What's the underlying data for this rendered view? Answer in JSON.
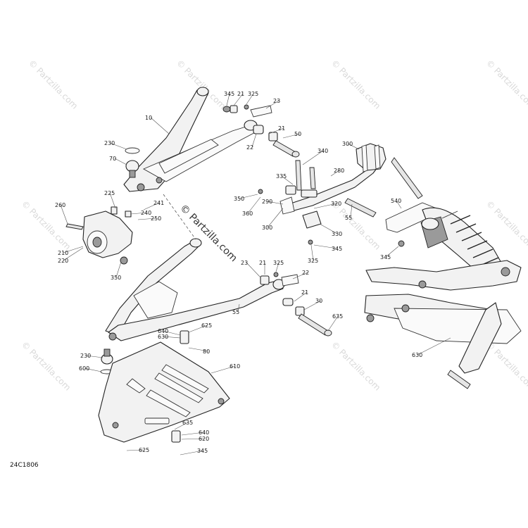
{
  "diagram_code": "24C1806",
  "watermark": "© Partzilla.com",
  "callouts": [
    "345",
    "21",
    "325",
    "23",
    "10",
    "21",
    "50",
    "230",
    "22",
    "340",
    "300",
    "70",
    "335",
    "280",
    "225",
    "350",
    "241",
    "260",
    "240",
    "360",
    "320",
    "250",
    "290",
    "300",
    "540",
    "210",
    "220",
    "55",
    "330",
    "345",
    "350",
    "325",
    "345",
    "21",
    "325",
    "23",
    "22",
    "21",
    "30",
    "55",
    "635",
    "640",
    "630",
    "625",
    "80",
    "230",
    "600",
    "610",
    "630",
    "635",
    "640",
    "620",
    "625",
    "345"
  ]
}
